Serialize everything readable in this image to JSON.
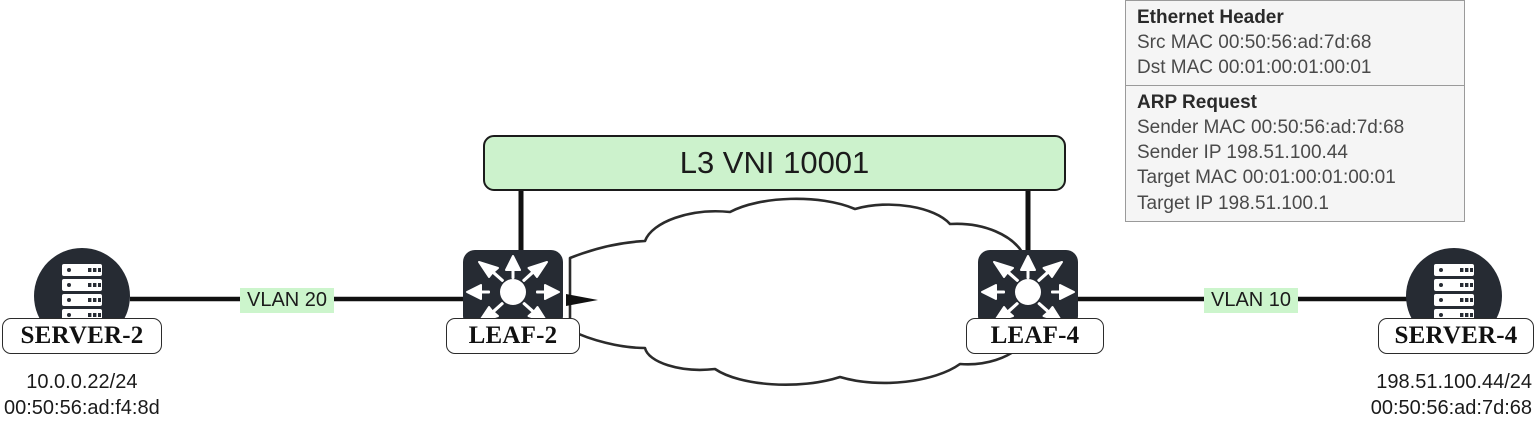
{
  "diagram": {
    "type": "network-topology",
    "overlay_vni": {
      "label": "L3 VNI 10001",
      "fill": "#ccf2cc",
      "stroke": "#1b1b1b"
    },
    "fabric_cloud": {
      "name": "underlay-fabric-cloud",
      "stroke": "#2b2b2b",
      "fill": "#ffffff"
    },
    "nodes": [
      {
        "id": "server-2",
        "label": "SERVER-2",
        "icon": "server-icon",
        "ip": "10.0.0.22/24",
        "mac": "00:50:56:ad:f4:8d"
      },
      {
        "id": "leaf-2",
        "label": "LEAF-2",
        "icon": "router-icon"
      },
      {
        "id": "leaf-4",
        "label": "LEAF-4",
        "icon": "router-icon"
      },
      {
        "id": "server-4",
        "label": "SERVER-4",
        "icon": "server-icon",
        "ip": "198.51.100.44/24",
        "mac": "00:50:56:ad:7d:68"
      }
    ],
    "links": [
      {
        "id": "link-server2-leaf2",
        "label": "VLAN 20"
      },
      {
        "id": "link-leaf4-server4",
        "label": "VLAN 10"
      }
    ]
  },
  "packet_panel": {
    "sections": [
      {
        "title": "Ethernet Header",
        "lines": [
          "Src MAC 00:50:56:ad:7d:68",
          "Dst MAC 00:01:00:01:00:01"
        ]
      },
      {
        "title": "ARP Request",
        "lines": [
          "Sender MAC 00:50:56:ad:7d:68",
          "Sender IP 198.51.100.44",
          "Target MAC 00:01:00:01:00:01",
          "Target IP 198.51.100.1"
        ]
      }
    ]
  }
}
